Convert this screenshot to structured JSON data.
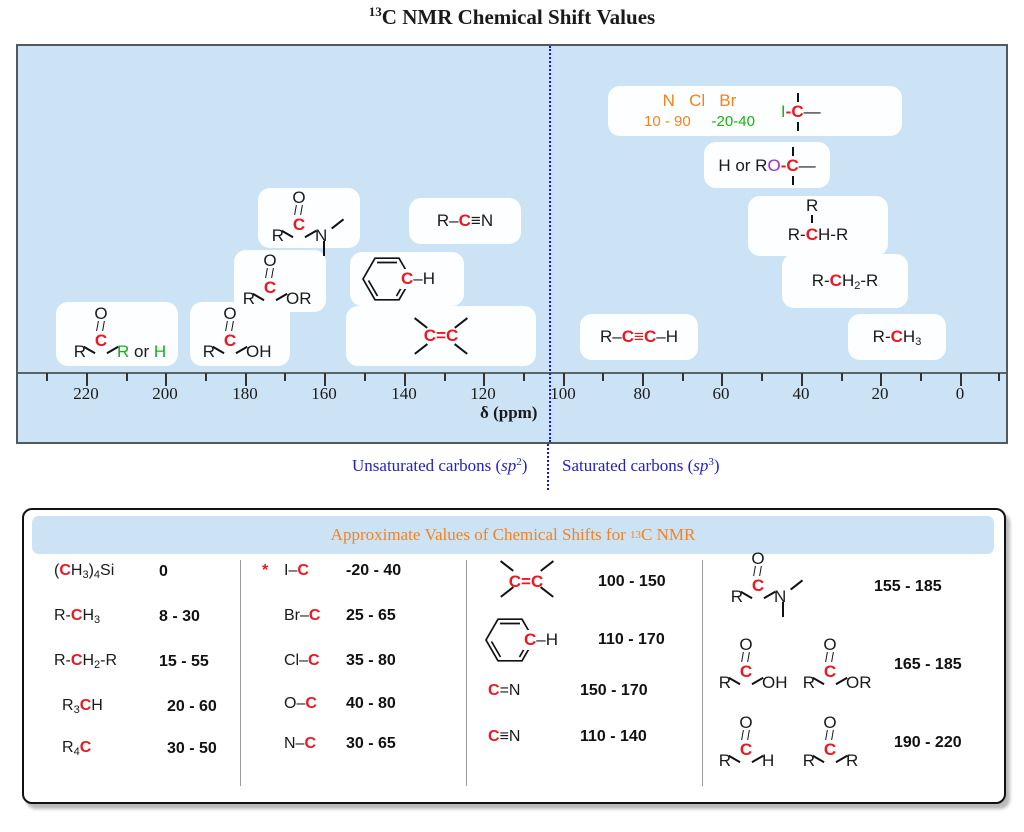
{
  "title": [
    [
      "13",
      "k u"
    ],
    [
      "C NMR Chemical Shift Values",
      "k"
    ]
  ],
  "colors": {
    "panel_blue": "#cbe3f4",
    "accent_red": "#ee1620",
    "accent_green": "#13b413",
    "accent_orange": "#f5821f",
    "accent_purple": "#a228d8",
    "accent_blue": "#2121cd"
  },
  "axis": {
    "ticks": [
      "220",
      "200",
      "180",
      "160",
      "140",
      "120",
      "100",
      "80",
      "60",
      "40",
      "20",
      "0"
    ],
    "label": [
      [
        "δ (ppm)",
        "k"
      ]
    ]
  },
  "regions": {
    "unsaturated": [
      [
        "Unsaturated carbons (",
        "b"
      ],
      [
        "sp",
        "b i"
      ],
      [
        "2",
        "b u"
      ],
      [
        ")",
        "b"
      ]
    ],
    "saturated": [
      [
        "Saturated carbons (",
        "b"
      ],
      [
        "sp",
        "b i"
      ],
      [
        "3",
        "b u"
      ],
      [
        ")",
        "b"
      ]
    ]
  },
  "chart": {
    "halo_box": {
      "row1": [
        [
          "N",
          "o"
        ],
        [
          "   ",
          "k"
        ],
        [
          "Cl",
          "o"
        ],
        [
          "   ",
          "k"
        ],
        [
          "Br",
          "o"
        ]
      ],
      "row2": [
        [
          "10 - 90",
          "o"
        ],
        [
          "     ",
          "k"
        ],
        [
          "-20-40",
          "g"
        ]
      ],
      "quat_left": [
        [
          "I",
          "g"
        ],
        [
          "-",
          "r"
        ]
      ],
      "quat_c": "C",
      "quat_right": "—"
    },
    "alkoxy_box": {
      "quat_left": [
        [
          "H or R",
          "k"
        ],
        [
          "O",
          "p"
        ],
        [
          "-",
          "r"
        ]
      ],
      "quat_c": "C",
      "quat_right": "—"
    },
    "methine": {
      "top": [
        [
          "R",
          "k"
        ]
      ],
      "bottom": [
        [
          "R-",
          "k"
        ],
        [
          "C",
          "r"
        ],
        [
          "H-R",
          "k"
        ]
      ]
    },
    "methylene": [
      [
        "R-",
        "k"
      ],
      [
        "C",
        "r"
      ],
      [
        "H",
        "k"
      ],
      [
        "2",
        "s"
      ],
      [
        "-R",
        "k"
      ]
    ],
    "methyl": [
      [
        "R-",
        "k"
      ],
      [
        "C",
        "r"
      ],
      [
        "H",
        "k"
      ],
      [
        "3",
        "s"
      ]
    ],
    "alkyne": [
      [
        "R–",
        "k"
      ],
      [
        "C",
        "r"
      ],
      [
        "≡",
        "r"
      ],
      [
        "C",
        "r"
      ],
      [
        "–H",
        "k"
      ]
    ],
    "nitrile": [
      [
        "R–",
        "k"
      ],
      [
        "C",
        "r"
      ],
      [
        "≡N",
        "k"
      ]
    ],
    "benzene_label": [
      [
        "C",
        "r"
      ],
      [
        "–H",
        "k"
      ]
    ],
    "alkene_label": [
      [
        "C",
        "r"
      ],
      [
        "=",
        "r"
      ],
      [
        "C",
        "r"
      ]
    ],
    "ketone": {
      "o": "O",
      "c": "C",
      "l": [
        [
          "R",
          "k"
        ]
      ],
      "r": [
        [
          "R",
          "g"
        ],
        [
          " or ",
          "k"
        ],
        [
          "H",
          "g"
        ]
      ]
    },
    "acid": {
      "o": "O",
      "c": "C",
      "l": [
        [
          "R",
          "k"
        ]
      ],
      "r": [
        [
          "OH",
          "k"
        ]
      ]
    },
    "ester": {
      "o": "O",
      "c": "C",
      "l": [
        [
          "R",
          "k"
        ]
      ],
      "r": [
        [
          "OR",
          "k"
        ]
      ]
    },
    "amide": {
      "o": "O",
      "c": "C",
      "l": [
        [
          "R",
          "k"
        ]
      ],
      "r": [
        [
          "N",
          "k"
        ]
      ]
    }
  },
  "table": {
    "header": [
      [
        "Approximate Values of Chemical Shifts for ",
        "o"
      ],
      [
        "13",
        "o u"
      ],
      [
        "C NMR",
        "o"
      ]
    ],
    "col1": {
      "rows": [
        {
          "f": [
            [
              "(",
              "k"
            ],
            [
              "C",
              "r"
            ],
            [
              "H",
              "k"
            ],
            [
              "3",
              "s"
            ],
            [
              ")",
              "k"
            ],
            [
              "4",
              "s"
            ],
            [
              "Si",
              "k"
            ]
          ],
          "v": "0"
        },
        {
          "f": [
            [
              "R-",
              "k"
            ],
            [
              "C",
              "r"
            ],
            [
              "H",
              "k"
            ],
            [
              "3",
              "s"
            ]
          ],
          "v": "8 - 30"
        },
        {
          "f": [
            [
              "R-",
              "k"
            ],
            [
              "C",
              "r"
            ],
            [
              "H",
              "k"
            ],
            [
              "2",
              "s"
            ],
            [
              "-R",
              "k"
            ]
          ],
          "v": "15 - 55"
        },
        {
          "f": [
            [
              "R",
              "k"
            ],
            [
              "3",
              "s"
            ],
            [
              "C",
              "r"
            ],
            [
              "H",
              "k"
            ]
          ],
          "v": "20 - 60"
        },
        {
          "f": [
            [
              "R",
              "k"
            ],
            [
              "4",
              "s"
            ],
            [
              "C",
              "r"
            ]
          ],
          "v": "30 - 50"
        }
      ]
    },
    "col2": {
      "star": "*",
      "rows": [
        {
          "f": [
            [
              "I–",
              "k"
            ],
            [
              "C",
              "r"
            ]
          ],
          "v": "-20 - 40"
        },
        {
          "f": [
            [
              "Br–",
              "k"
            ],
            [
              "C",
              "r"
            ]
          ],
          "v": "25 - 65"
        },
        {
          "f": [
            [
              "Cl–",
              "k"
            ],
            [
              "C",
              "r"
            ]
          ],
          "v": "35 - 80"
        },
        {
          "f": [
            [
              "O–",
              "k"
            ],
            [
              "C",
              "r"
            ]
          ],
          "v": "40 - 80"
        },
        {
          "f": [
            [
              "N–",
              "k"
            ],
            [
              "C",
              "r"
            ]
          ],
          "v": "30 - 65"
        }
      ]
    },
    "col3": {
      "alkene_label": [
        [
          "C",
          "r"
        ],
        [
          "=",
          "r"
        ],
        [
          "C",
          "r"
        ]
      ],
      "benzene_label": [
        [
          "C",
          "r"
        ],
        [
          "–H",
          "k"
        ]
      ],
      "cn_double": [
        [
          "C",
          "r"
        ],
        [
          "=N",
          "k"
        ]
      ],
      "cn_triple": [
        [
          "C",
          "r"
        ],
        [
          "≡N",
          "k"
        ]
      ],
      "values": [
        "100 - 150",
        "110 - 170",
        "150 - 170",
        "110 - 140"
      ]
    },
    "col4": {
      "amide": {
        "o": "O",
        "c": "C",
        "l": [
          [
            "R",
            "k"
          ]
        ],
        "r": [
          [
            "N",
            "k"
          ]
        ]
      },
      "acid": {
        "o": "O",
        "c": "C",
        "l": [
          [
            "R",
            "k"
          ]
        ],
        "r": [
          [
            "OH",
            "k"
          ]
        ]
      },
      "ester": {
        "o": "O",
        "c": "C",
        "l": [
          [
            "R",
            "k"
          ]
        ],
        "r": [
          [
            "OR",
            "k"
          ]
        ]
      },
      "aldehyde": {
        "o": "O",
        "c": "C",
        "l": [
          [
            "R",
            "k"
          ]
        ],
        "r": [
          [
            "H",
            "k"
          ]
        ]
      },
      "ketone": {
        "o": "O",
        "c": "C",
        "l": [
          [
            "R",
            "k"
          ]
        ],
        "r": [
          [
            "R",
            "k"
          ]
        ]
      },
      "values": [
        "155 - 185",
        "165 - 185",
        "190 - 220"
      ]
    }
  }
}
